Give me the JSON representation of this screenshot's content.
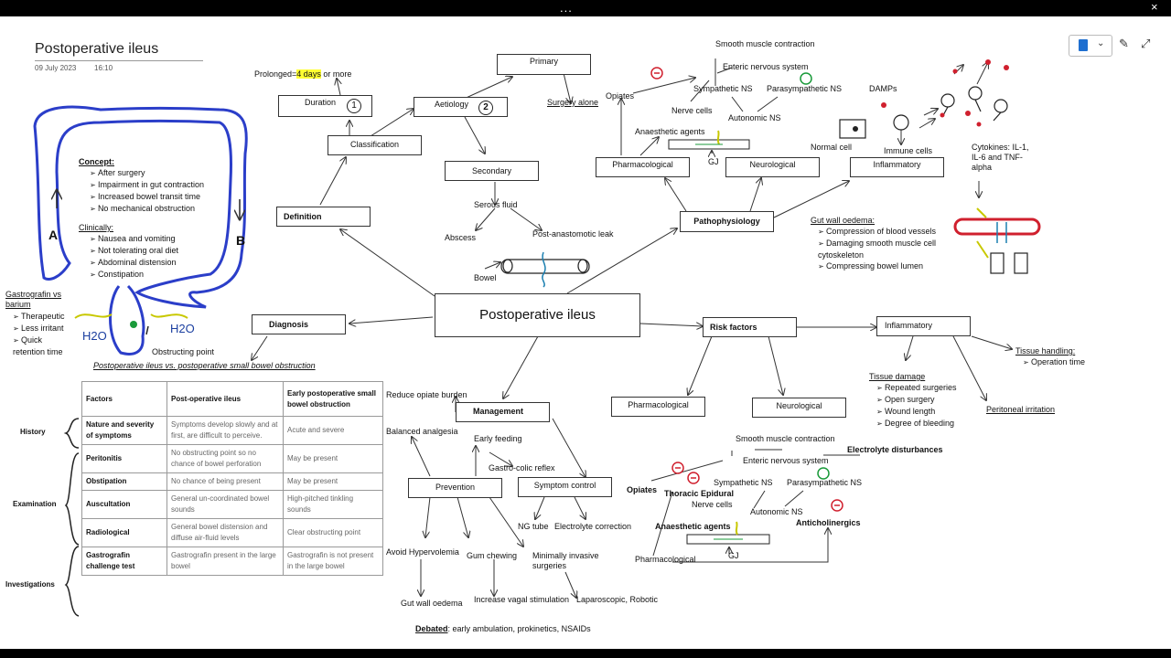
{
  "window": {
    "menu_dots": "...",
    "close_glyph": "×"
  },
  "page": {
    "title": "Postoperative ileus",
    "date": "09 July 2023",
    "time": "16:10"
  },
  "toolbar": {
    "notebook_icon": "notebook-icon",
    "pen_icon": "pen-icon",
    "expand_icon": "expand-icon"
  },
  "concept_panel": {
    "concept_heading": "Concept:",
    "concept_items": [
      "After surgery",
      "Impairment in gut contraction",
      "Increased bowel transit time",
      "No mechanical obstruction"
    ],
    "clinically_heading": "Clinically:",
    "clinically_items": [
      "Nausea and vomiting",
      "Not tolerating oral diet",
      "Abdominal distension",
      "Constipation"
    ],
    "label_a": "A",
    "label_b": "B"
  },
  "gastrografin": {
    "heading": "Gastrografin vs barium",
    "items": [
      "Therapeutic",
      "Less irritant",
      "Quick retention time"
    ],
    "h2o_left": "H2O",
    "h2o_right": "H2O",
    "obstructing_point": "Obstructing point"
  },
  "nodes": {
    "central": "Postoperative ileus",
    "definition": "Definition",
    "classification": "Classification",
    "duration": "Duration",
    "duration_num": "1",
    "prolonged_prefix": "Prolonged=",
    "prolonged_days": "4 days",
    "prolonged_suffix": "or more",
    "aetiology": "Aetiology",
    "aetiology_num": "2",
    "primary": "Primary",
    "surgery_alone": "Surgery alone",
    "secondary": "Secondary",
    "serous_fluid": "Serous fluid",
    "abscess": "Abscess",
    "post_anastomotic_leak": "Post-anastomotic leak",
    "bowel": "Bowel",
    "diagnosis": "Diagnosis",
    "pathophysiology": "Pathophysiology",
    "risk_factors": "Risk factors",
    "management": "Management"
  },
  "patho": {
    "smooth_muscle": "Smooth muscle contraction",
    "enteric_ns": "Enteric nervous system",
    "sympathetic_ns": "Sympathetic NS",
    "parasympathetic_ns": "Parasympathetic NS",
    "opiates": "Opiates",
    "nerve_cells": "Nerve cells",
    "anaesthetic_agents": "Anaesthetic agents",
    "autonomic_ns": "Autonomic NS",
    "gj": "GJ",
    "pharmacological": "Pharmacological",
    "neurological": "Neurological",
    "inflammatory": "Inflammatory",
    "damps": "DAMPs",
    "normal_cell": "Normal cell",
    "immune_cells": "Immune cells",
    "cytokines": "Cytokines: IL-1, IL-6 and TNF-alpha",
    "gut_wall_oedema_heading": "Gut wall oedema:",
    "gut_wall_oedema_items": [
      "Compression of blood vessels",
      "Damaging smooth muscle cell cytoskeleton",
      "Compressing bowel lumen"
    ]
  },
  "risk": {
    "inflammatory": "Inflammatory",
    "pharmacological": "Pharmacological",
    "neurological": "Neurological",
    "tissue_handling": "Tissue handling:",
    "tissue_handling_items": [
      "Operation time"
    ],
    "tissue_damage": "Tissue damage",
    "tissue_damage_items": [
      "Repeated surgeries",
      "Open surgery",
      "Wound length",
      "Degree of bleeding"
    ],
    "peritoneal_irritation": "Peritoneal irritation"
  },
  "management": {
    "reduce_opiate": "Reduce opiate burden",
    "balanced_analgesia": "Balanced analgesia",
    "early_feeding": "Early feeding",
    "gastro_colic": "Gastro-colic reflex",
    "prevention": "Prevention",
    "symptom_control": "Symptom control",
    "ng_tube": "NG tube",
    "electrolyte_correction": "Electrolyte correction",
    "avoid_hypervolemia": "Avoid Hypervolemia",
    "gum_chewing": "Gum chewing",
    "minimally_invasive": "Minimally invasive surgeries",
    "gut_wall_oedema": "Gut wall oedema",
    "increase_vagal": "Increase vagal stimulation",
    "laparoscopic": "Laparoscopic, Robotic",
    "debated_label": "Debated",
    "debated_text": ": early ambulation, prokinetics, NSAIDs"
  },
  "mgmt_patho": {
    "smooth_muscle": "Smooth muscle contraction",
    "electrolyte_disturbances": "Electrolyte disturbances",
    "enteric_ns": "Enteric nervous system",
    "sympathetic_ns": "Sympathetic NS",
    "parasympathetic_ns": "Parasympathetic NS",
    "opiates": "Opiates",
    "thoracic_epidural": "Thoracic Epidural",
    "nerve_cells": "Nerve cells",
    "autonomic_ns": "Autonomic NS",
    "anaesthetic_agents": "Anaesthetic agents",
    "anticholinergics": "Anticholinergics",
    "pharmacological": "Pharmacological",
    "gj": "GJ"
  },
  "comparison": {
    "caption": "Postoperative ileus vs. postoperative small bowel obstruction",
    "headers": [
      "Factors",
      "Post-operative ileus",
      "Early postoperative small bowel obstruction"
    ],
    "rows": [
      [
        "Nature and severity of symptoms",
        "Symptoms develop slowly and at first, are difficult to perceive.",
        "Acute and severe"
      ],
      [
        "Peritonitis",
        "No obstructing point so no chance of bowel perforation",
        "May be present"
      ],
      [
        "Obstipation",
        "No chance of being present",
        "May be present"
      ],
      [
        "Auscultation",
        "General un-coordinated bowel sounds",
        "High-pitched tinkling sounds"
      ],
      [
        "Radiological",
        "General bowel distension and diffuse air-fluid levels",
        "Clear obstructing point"
      ],
      [
        "Gastrografin challenge test",
        "Gastrografin present in the large bowel",
        "Gastrografin is not present in the large bowel"
      ]
    ],
    "groups": [
      "History",
      "Examination",
      "Investigations"
    ]
  },
  "colors": {
    "colon_blue": "#2b3ec9",
    "highlight_yellow": "#ffff33",
    "inhibit_red": "#d0202e",
    "stimulate_green": "#1a9a3a",
    "cytokine_red": "#d0202e",
    "bowel_teal": "#1b7fb0"
  }
}
